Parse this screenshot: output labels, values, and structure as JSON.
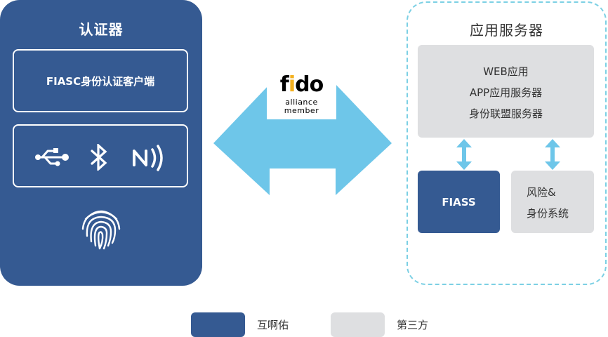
{
  "authenticator": {
    "title": "认证器",
    "client_label": "FIASC身份认证客户端",
    "transport_icons": [
      "usb-icon",
      "bluetooth-icon",
      "nfc-icon"
    ],
    "biometric_icon": "fingerprint-icon"
  },
  "fido_badge": {
    "logo_f": "f",
    "logo_i": "i",
    "logo_do": "do",
    "line1": "alliance",
    "line2": "member"
  },
  "server": {
    "title": "应用服务器",
    "app_lines": [
      "WEB应用",
      "APP应用服务器",
      "身份联盟服务器"
    ],
    "fiass_label": "FIASS",
    "risk_lines": [
      "风险&",
      "身份系统"
    ]
  },
  "legend": {
    "own_label": "互啊佑",
    "third_label": "第三方"
  },
  "colors": {
    "brand_blue": "#355a92",
    "third_party_gray": "#dedfe1",
    "arrow_cyan": "#6ec6e9",
    "fido_yellow": "#f3b01f"
  }
}
